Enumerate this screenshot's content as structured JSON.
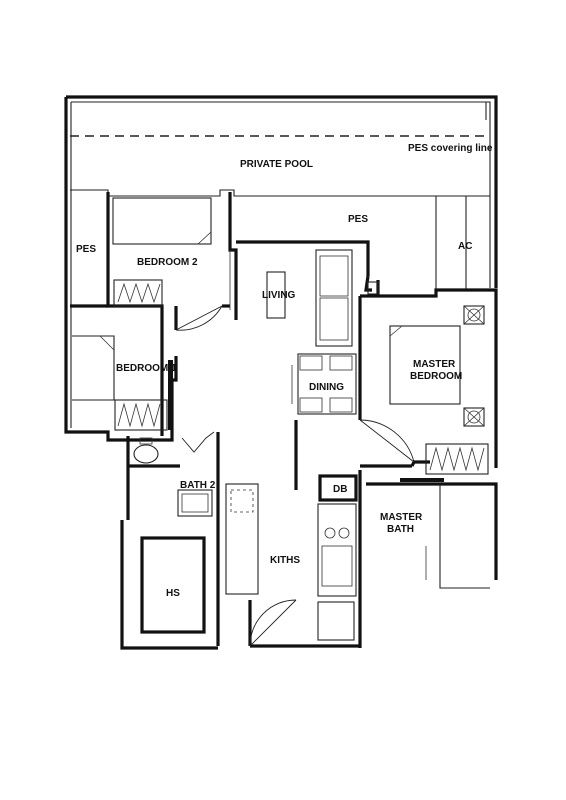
{
  "labels": {
    "pes_covering_line": "PES covering line",
    "private_pool": "PRIVATE POOL",
    "pes_top": "PES",
    "pes_left": "PES",
    "ac": "AC",
    "bedroom2": "BEDROOM 2",
    "living": "LIVING",
    "bedroom1": "BEDROOM 1",
    "dining": "DINING",
    "master_bedroom_line1": "MASTER",
    "master_bedroom_line2": "BEDROOM",
    "bath2": "BATH 2",
    "db": "DB",
    "master_bath_line1": "MASTER",
    "master_bath_line2": "BATH",
    "kitchen": "KITHS",
    "hs": "HS"
  },
  "colors": {
    "ink": "#111111",
    "background": "#ffffff"
  }
}
